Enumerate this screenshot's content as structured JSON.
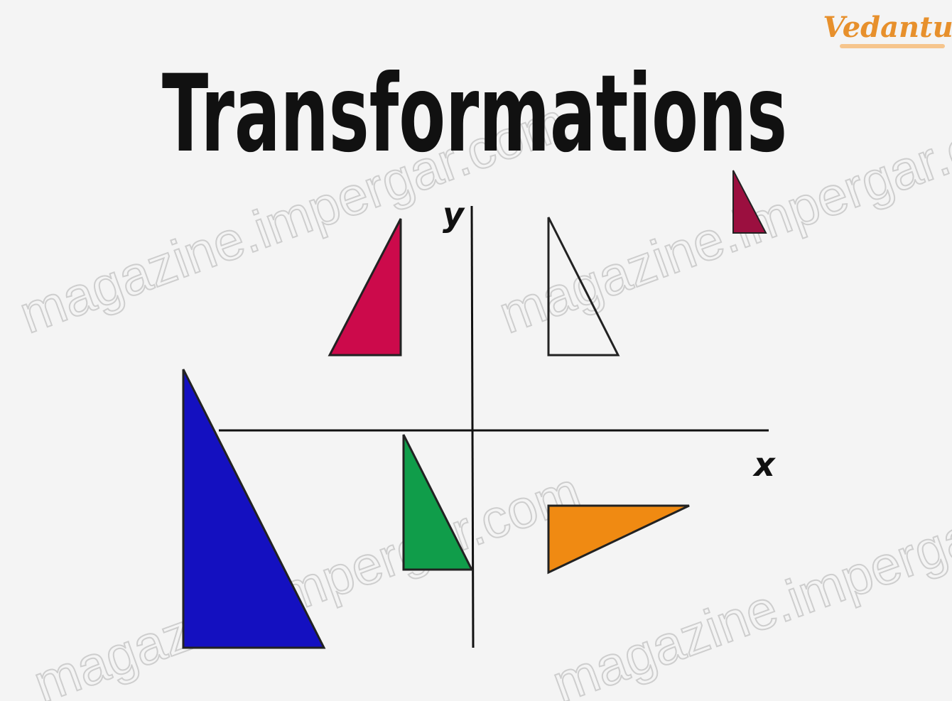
{
  "title": "Transformations",
  "axes": {
    "x_label": "x",
    "y_label": "y"
  },
  "logo": {
    "text": "Vedantu",
    "color": "#e7902c"
  },
  "watermark": "magazine.impergar.com",
  "shapes": [
    {
      "name": "crimson-triangle",
      "fill": "#cc0a4b"
    },
    {
      "name": "outline-triangle",
      "fill": "none"
    },
    {
      "name": "small-maroon-triangle",
      "fill": "#9b0f3f"
    },
    {
      "name": "blue-triangle",
      "fill": "#1410c0"
    },
    {
      "name": "green-triangle",
      "fill": "#109d4a"
    },
    {
      "name": "orange-triangle",
      "fill": "#f08a12"
    }
  ]
}
